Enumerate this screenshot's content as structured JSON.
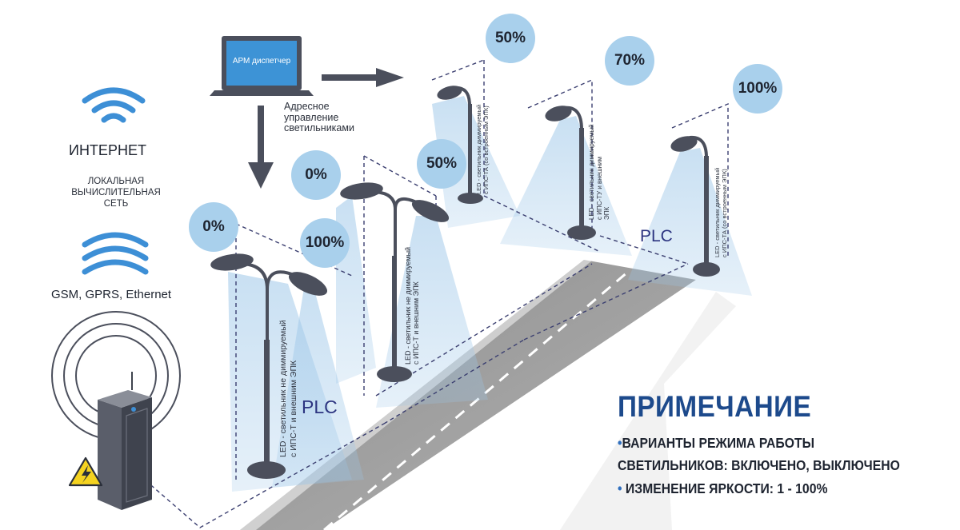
{
  "left_panel": {
    "internet_label": "ИНТЕРНЕТ",
    "lan_label_lines": [
      "ЛОКАЛЬНАЯ",
      "ВЫЧИСЛИТЕЛЬНАЯ",
      "СЕТЬ"
    ],
    "gsm_label": "GSM, GPRS, Ethernet"
  },
  "dispatcher": {
    "screen_label": "АРМ диспетчер",
    "caption_lines": [
      "Адресное",
      "управление",
      "светильниками"
    ]
  },
  "badges": [
    "0%",
    "0%",
    "100%",
    "50%",
    "50%",
    "70%",
    "100%"
  ],
  "plc_labels": [
    "PLC",
    "PLC"
  ],
  "lamp_labels": {
    "non_dimmable": [
      "LED - светильник не диммируемый",
      "с  ИПС-Т и внешним ЭПК"
    ],
    "dimmable_ta": [
      "LED - светильник диммируемый",
      "с ИПС-ТА (со встроенным ЭПК)"
    ],
    "dimmable_tu": [
      "LED - светильник диммируемый",
      "с ИПС-ТУ и внешним",
      "ЭПК"
    ]
  },
  "note": {
    "title": "ПРИМЕЧАНИЕ",
    "bullet": "•",
    "line1": "ВАРИАНТЫ РЕЖИМА РАБОТЫ",
    "line2": "СВЕТИЛЬНИКОВ: ВКЛЮЧЕНО, ВЫКЛЮЧЕНО",
    "line3": "ИЗМЕНЕНИЕ ЯРКОСТИ: 1 - 100%"
  },
  "colors": {
    "wifi_blue": "#3d8fd6",
    "badge_fill": "#a9d0ec",
    "light_cone": "#a9cdea",
    "pole": "#4b4f5c",
    "dash_line": "#3b3f70",
    "road": "#9b9b9b",
    "note_title": "#1d4a8c"
  },
  "icons": [
    "wifi-icon",
    "signal-waves-icon",
    "laptop-icon",
    "arrow-right-icon",
    "arrow-down-icon",
    "electrical-cabinet-icon",
    "high-voltage-warning-icon"
  ]
}
